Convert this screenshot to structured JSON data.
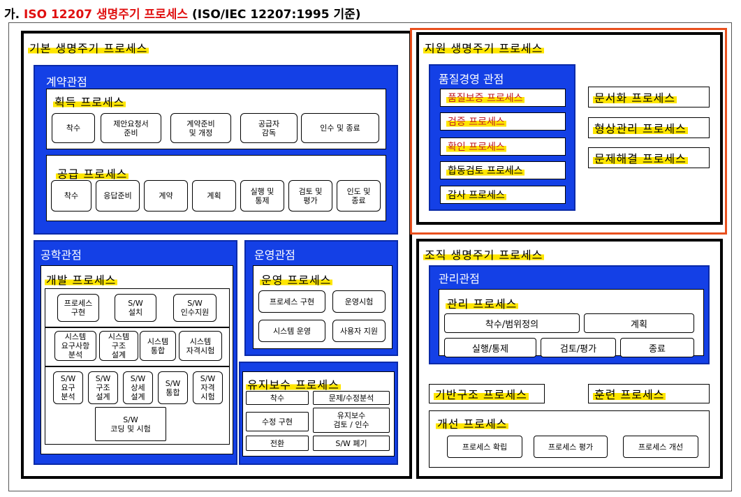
{
  "heading": {
    "prefix": "가.",
    "red": "ISO 12207 생명주기 프로세스",
    "suffix": "(ISO/IEC 12207:1995 기준)"
  },
  "basic": {
    "title": "기본 생명주기 프로세스",
    "contract": {
      "label": "계약관점",
      "acquisition": {
        "title": "획득 프로세스",
        "items": [
          "착수",
          "제안요청서\n준비",
          "계약준비\n및 개정",
          "공급자\n감독",
          "인수 및 종료"
        ]
      },
      "supply": {
        "title": "공급 프로세스",
        "items": [
          "착수",
          "응답준비",
          "계약",
          "계획",
          "실행 및\n통제",
          "검토 및\n평가",
          "인도 및\n종료"
        ]
      }
    },
    "engineering": {
      "label": "공학관점",
      "development": {
        "title": "개발 프로세스",
        "row1": [
          "프로세스\n구현",
          "S/W\n설치",
          "S/W\n인수지원"
        ],
        "row2": [
          "시스템\n요구사항\n분석",
          "시스템\n구조\n설계",
          "시스템\n통합",
          "시스템\n자격시험"
        ],
        "row3": [
          "S/W\n요구\n분석",
          "S/W\n구조\n설계",
          "S/W\n상세\n설계",
          "S/W\n통합",
          "S/W\n자격\n시험"
        ],
        "coding": "S/W\n코딩 및 시험"
      }
    },
    "operation": {
      "label": "운영관점",
      "process": {
        "title": "운영 프로세스",
        "items": [
          "프로세스 구현",
          "운영시험",
          "시스템 운영",
          "사용자 지원"
        ]
      }
    },
    "maintenance": {
      "title": "유지보수 프로세스",
      "items": [
        "착수",
        "문제/수정분석",
        "수정 구현",
        "유지보수\n검토 / 인수",
        "전환",
        "S/W 폐기"
      ]
    }
  },
  "support": {
    "title": "지원 생명주기 프로세스",
    "quality": {
      "label": "품질경영 관점",
      "items": [
        "품질보증 프로세스",
        "검증 프로세스",
        "확인 프로세스",
        "합동검토 프로세스",
        "감사 프로세스"
      ]
    },
    "others": [
      "문서화 프로세스",
      "형상관리 프로세스",
      "문제해결 프로세스"
    ]
  },
  "organization": {
    "title": "조직 생명주기 프로세스",
    "management": {
      "label": "관리관점",
      "process": {
        "title": "관리 프로세스",
        "items": [
          "착수/범위정의",
          "계획",
          "실행/통제",
          "검토/평가",
          "종료"
        ]
      }
    },
    "infrastructure": "기반구조 프로세스",
    "training": "훈련 프로세스",
    "improvement": {
      "title": "개선 프로세스",
      "items": [
        "프로세스 확립",
        "프로세스 평가",
        "프로세스 개선"
      ]
    }
  }
}
